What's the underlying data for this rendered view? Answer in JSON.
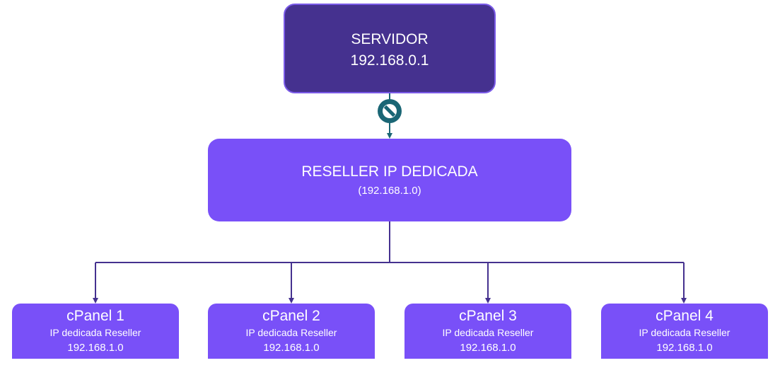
{
  "server": {
    "title": "SERVIDOR",
    "ip": "192.168.0.1"
  },
  "reseller": {
    "title": "RESELLER IP DEDICADA",
    "ip": "(192.168.1.0)"
  },
  "cpanels": [
    {
      "name": "cPanel 1",
      "description": "IP dedicada Reseller",
      "ip": "192.168.1.0"
    },
    {
      "name": "cPanel 2",
      "description": "IP dedicada Reseller",
      "ip": "192.168.1.0"
    },
    {
      "name": "cPanel 3",
      "description": "IP dedicada Reseller",
      "ip": "192.168.1.0"
    },
    {
      "name": "cPanel 4",
      "description": "IP dedicada Reseller",
      "ip": "192.168.1.0"
    }
  ],
  "colors": {
    "server_fill": "#45318f",
    "node_fill": "#7950f8",
    "connector": "#45318f",
    "blocked_icon": "#1a6675"
  },
  "icons": {
    "blocked": "blocked-icon"
  }
}
